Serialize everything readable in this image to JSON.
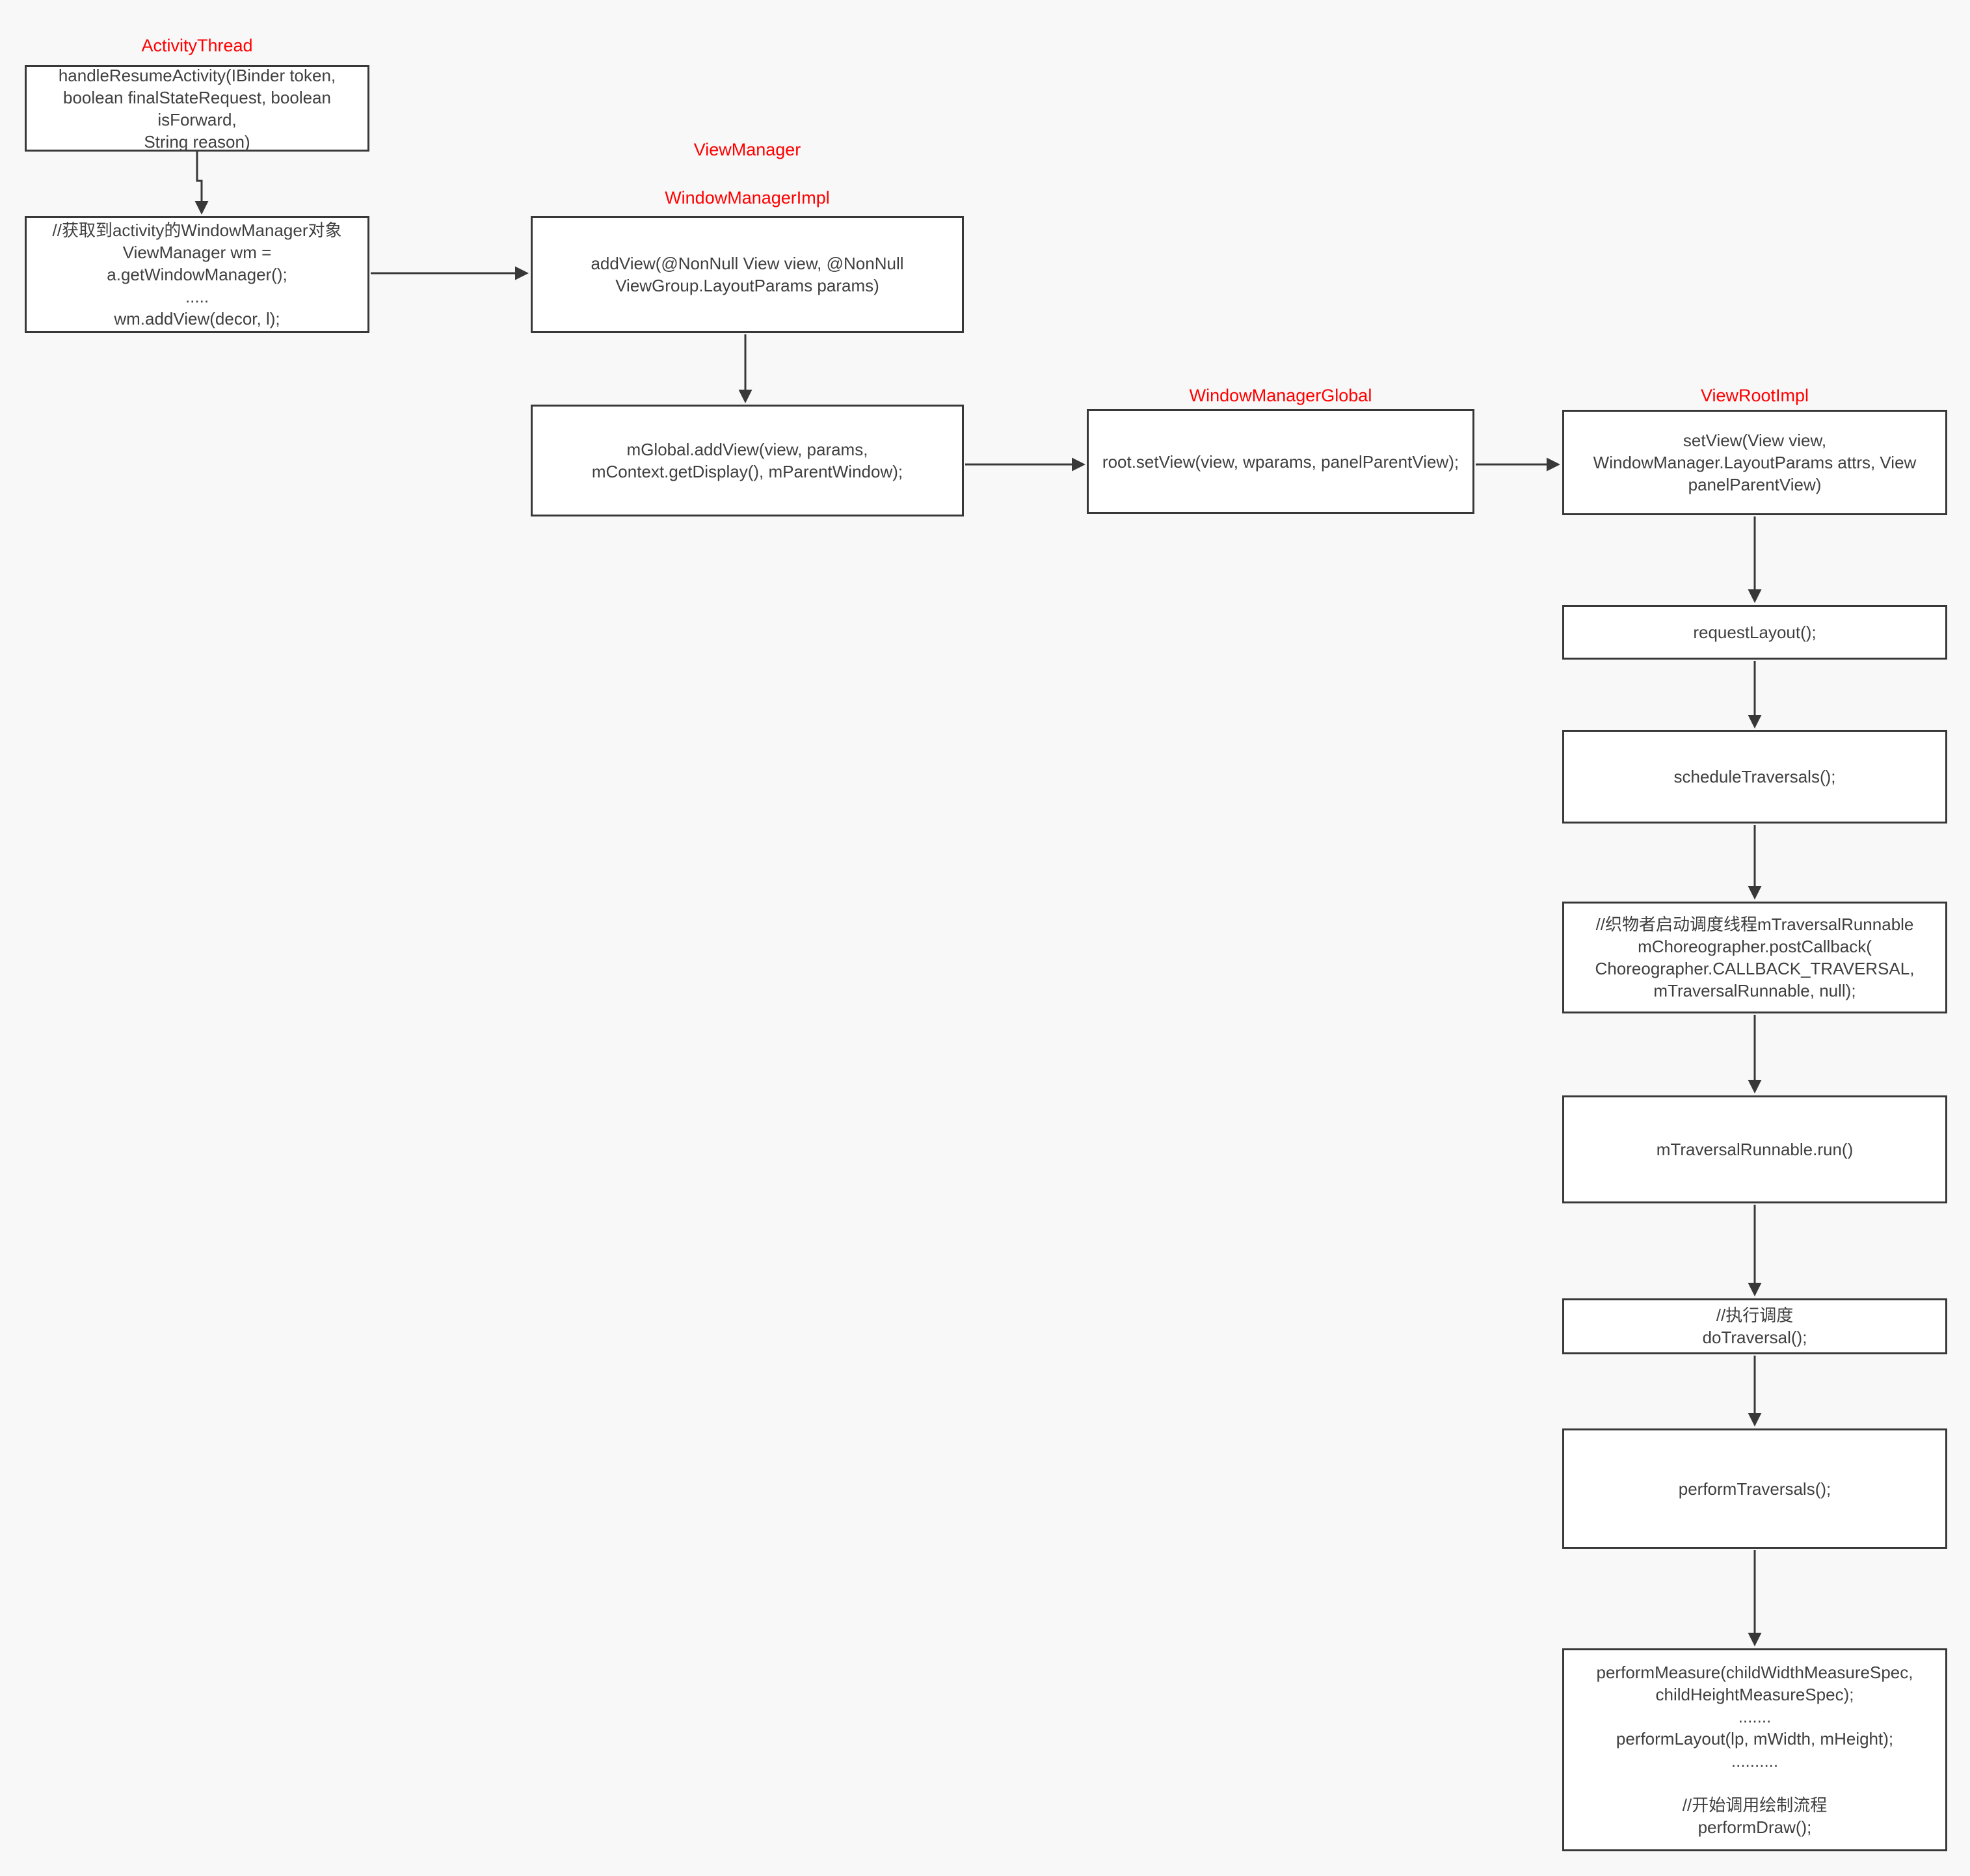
{
  "diagram": {
    "colors": {
      "background": "#f8f8f8",
      "box_fill": "#ffffff",
      "box_border": "#383838",
      "text": "#3f3f3f",
      "class_label": "#ff0000"
    },
    "labels": {
      "activity_thread": "ActivityThread",
      "view_manager": "ViewManager",
      "window_manager_impl": "WindowManagerImpl",
      "window_manager_global": "WindowManagerGlobal",
      "view_root_impl": "ViewRootImpl"
    },
    "nodes": {
      "handle_resume_activity": "handleResumeActivity(IBinder token,\nboolean finalStateRequest, boolean\nisForward,\nString reason)",
      "get_window_manager": "//获取到activity的WindowManager对象\nViewManager wm =\na.getWindowManager();\n.....\nwm.addView(decor, l);",
      "add_view": "addView(@NonNull View view, @NonNull\nViewGroup.LayoutParams params)",
      "mglobal_add_view": "mGlobal.addView(view, params,\nmContext.getDisplay(), mParentWindow);",
      "root_set_view": "root.setView(view, wparams, panelParentView);",
      "set_view": "setView(View view,\nWindowManager.LayoutParams attrs, View\npanelParentView)",
      "request_layout": "requestLayout();",
      "schedule_traversals": "scheduleTraversals();",
      "choreographer_post_callback": "//织物者启动调度线程mTraversalRunnable\nmChoreographer.postCallback(\nChoreographer.CALLBACK_TRAVERSAL,\nmTraversalRunnable, null);",
      "traversal_runnable_run": "mTraversalRunnable.run()",
      "do_traversal": "//执行调度\ndoTraversal();",
      "perform_traversals": "performTraversals();",
      "perform_measure_layout_draw": "performMeasure(childWidthMeasureSpec,\nchildHeightMeasureSpec);\n.......\nperformLayout(lp, mWidth, mHeight);\n..........\n\n//开始调用绘制流程\nperformDraw();"
    }
  }
}
